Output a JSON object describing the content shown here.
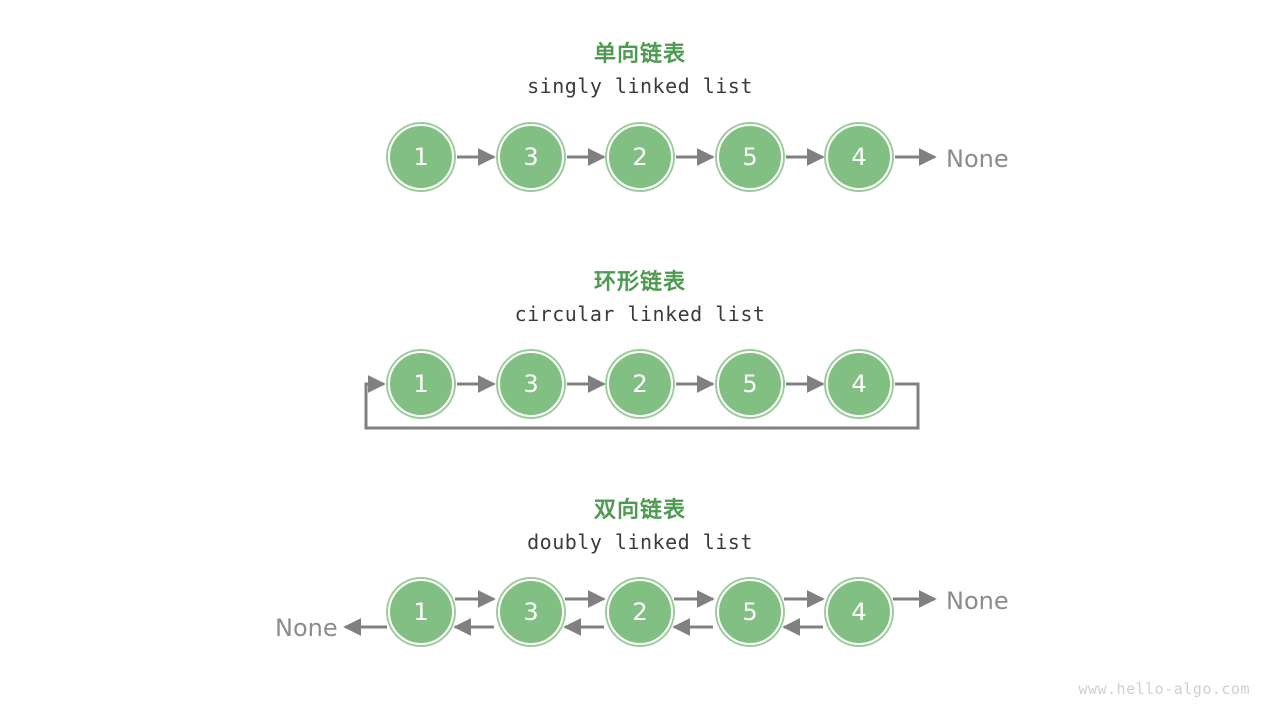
{
  "meta": {
    "watermark": "www.hello-algo.com",
    "colors": {
      "node_fill": "#82bf82",
      "node_ring": "#9ccc9c",
      "title_green": "#4e9a51",
      "arrow_gray": "#808080",
      "none_gray": "#8c8c8c",
      "watermark_gray": "#cfcfcf",
      "background": "#ffffff"
    }
  },
  "sections": [
    {
      "id": "singly",
      "title_cn": "单向链表",
      "title_en": "singly linked list",
      "nodes": [
        "1",
        "3",
        "2",
        "5",
        "4"
      ],
      "tail_label": "None",
      "head_label": null,
      "arrow_mode": "forward"
    },
    {
      "id": "circular",
      "title_cn": "环形链表",
      "title_en": "circular linked list",
      "nodes": [
        "1",
        "3",
        "2",
        "5",
        "4"
      ],
      "tail_label": null,
      "head_label": null,
      "arrow_mode": "forward-loop"
    },
    {
      "id": "doubly",
      "title_cn": "双向链表",
      "title_en": "doubly linked list",
      "nodes": [
        "1",
        "3",
        "2",
        "5",
        "4"
      ],
      "tail_label": "None",
      "head_label": "None",
      "arrow_mode": "bidirectional"
    }
  ]
}
